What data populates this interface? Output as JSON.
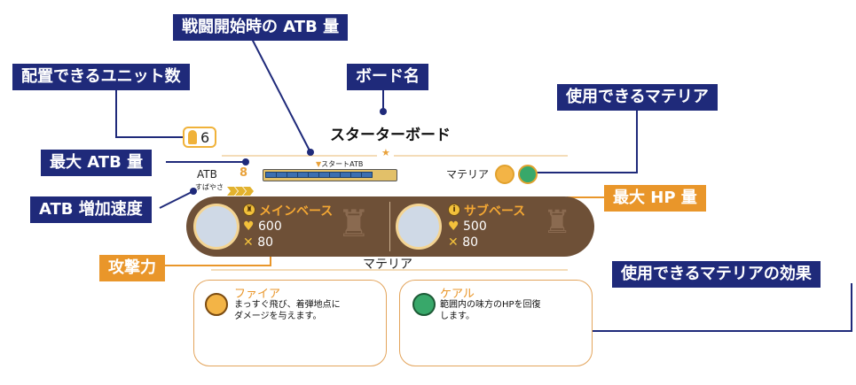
{
  "callouts": {
    "initial_atb": "戦闘開始時の ATB 量",
    "unit_count": "配置できるユニット数",
    "board_name": "ボード名",
    "usable_materia": "使用できるマテリア",
    "max_atb": "最大 ATB 量",
    "atb_speed": "ATB 増加速度",
    "max_hp": "最大 HP 量",
    "attack": "攻撃力",
    "materia_effect": "使用できるマテリアの効果"
  },
  "board": {
    "name": "スターターボード",
    "unit_count": "6",
    "atb_label": "ATB",
    "atb_max": "8",
    "speed_label": "すばやさ",
    "start_atb_label": "スタートATB",
    "atb_segments": 10,
    "materia_label": "マテリア"
  },
  "main_base": {
    "title": "メインベース",
    "hp": "600",
    "attack": "80"
  },
  "sub_base": {
    "title": "サブベース",
    "hp": "500",
    "attack": "80"
  },
  "materia_section": {
    "heading": "マテリア",
    "cards": [
      {
        "name": "ファイア",
        "desc_line1": "まっすぐ飛び、着弾地点に",
        "desc_line2": "ダメージを与えます。",
        "icon": "fire-icon"
      },
      {
        "name": "ケアル",
        "desc_line1": "範囲内の味方のHPを回復",
        "desc_line2": "します。",
        "icon": "heart-icon"
      }
    ]
  },
  "colors": {
    "callout_navy": "#1f2a7a",
    "callout_orange": "#e9962a",
    "board_brown": "#6e5037"
  }
}
